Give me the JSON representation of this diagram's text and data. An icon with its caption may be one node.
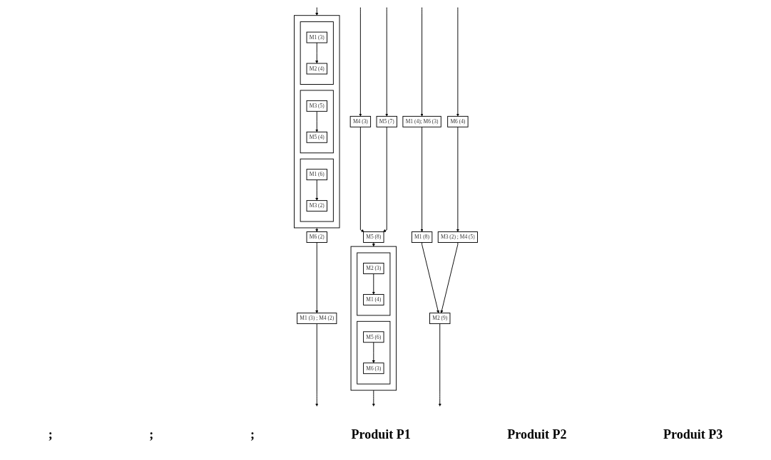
{
  "diagram": {
    "nodes": [
      {
        "text": [],
        "shape": "box"
      },
      {
        "text": [],
        "shape": "box",
        "in": 0
      },
      {
        "text": [
          "M1 (3)"
        ],
        "in": 1
      },
      {
        "text": [
          "M2 (4)"
        ],
        "in": 1
      },
      {
        "text": [],
        "shape": "box",
        "in": 0
      },
      {
        "text": [
          "M3 (5)"
        ],
        "in": 4
      },
      {
        "text": [
          "M5 (4)"
        ],
        "in": 4
      },
      {
        "text": [],
        "shape": "box",
        "in": 0
      },
      {
        "text": [
          "M1 (6)"
        ],
        "in": 7
      },
      {
        "text": [
          "M3 (2)"
        ],
        "in": 7
      },
      {
        "text": [
          "M6 (2)"
        ]
      },
      {
        "text": [
          "M1 (3) ; M4 (2)"
        ]
      },
      {
        "text": [
          "M4 (3)"
        ]
      },
      {
        "text": [
          "M5 (7)"
        ]
      },
      {
        "text": [
          "M5 (8)"
        ]
      },
      {
        "text": [],
        "shape": "box"
      },
      {
        "text": [],
        "shape": "box",
        "in": 15
      },
      {
        "text": [
          "M2 (3)"
        ],
        "in": 16
      },
      {
        "text": [
          "M1 (4)"
        ],
        "in": 16
      },
      {
        "text": [],
        "shape": "box",
        "in": 15
      },
      {
        "text": [
          "M5 (6)"
        ],
        "in": 19
      },
      {
        "text": [
          "M6 (3)"
        ],
        "in": 19
      },
      {
        "text": [
          "M1 (4); M6 (3)"
        ]
      },
      {
        "text": [
          "M6 (4)"
        ]
      },
      {
        "text": [
          "M1 (8)"
        ]
      },
      {
        "text": [
          "M3 (2) ; M4 (5)"
        ]
      },
      {
        "text": [
          "M2 (9)"
        ]
      }
    ],
    "edges": [
      {
        "from": null,
        "to": 0,
        "arrow": "to"
      },
      {
        "from": 2,
        "to": 3,
        "arrow": "to"
      },
      {
        "from": 5,
        "to": 6,
        "arrow": "to"
      },
      {
        "from": 8,
        "to": 9,
        "arrow": "to"
      },
      {
        "from": 0,
        "to": 10,
        "arrow": "to"
      },
      {
        "from": 10,
        "to": 11,
        "arrow": "to"
      },
      {
        "from": 11,
        "to": null,
        "arrow": "to"
      },
      {
        "from": null,
        "to": 12,
        "arrow": "to"
      },
      {
        "from": null,
        "to": 13,
        "arrow": "to"
      },
      {
        "from": 12,
        "to": 14,
        "arrow": "to"
      },
      {
        "from": 13,
        "to": 14,
        "arrow": "to"
      },
      {
        "from": 14,
        "to": 15,
        "arrow": "to"
      },
      {
        "from": 17,
        "to": 18,
        "arrow": "to"
      },
      {
        "from": 20,
        "to": 21,
        "arrow": "to"
      },
      {
        "from": 15,
        "to": null,
        "arrow": "to"
      },
      {
        "from": null,
        "to": 22,
        "arrow": "to"
      },
      {
        "from": null,
        "to": 23,
        "arrow": "to"
      },
      {
        "from": 22,
        "to": 24,
        "arrow": "to"
      },
      {
        "from": 23,
        "to": 25,
        "arrow": "to"
      },
      {
        "from": 24,
        "to": 26,
        "arrow": "to"
      },
      {
        "from": 25,
        "to": 26,
        "arrow": "to"
      },
      {
        "from": 26,
        "to": null,
        "arrow": "to"
      }
    ],
    "labels": [
      ";",
      ";",
      ";",
      "Produit P1",
      "Produit P2",
      "Produit P3"
    ]
  }
}
